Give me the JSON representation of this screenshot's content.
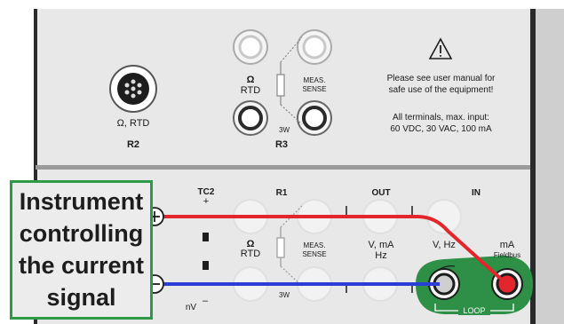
{
  "r2": {
    "connector_label": "Ω, RTD",
    "name": "R2"
  },
  "r3": {
    "omega": "Ω",
    "rtd": "RTD",
    "meas": "MEAS.",
    "sense": "SENSE",
    "wire": "3W",
    "name": "R3"
  },
  "warning": {
    "icon": "warning-triangle-icon",
    "line1": "Please see user manual for",
    "line2": "safe use of the equipment!",
    "line3": "All terminals, max. input:",
    "line4": "60 VDC, 30 VAC, 100 mA"
  },
  "lower": {
    "tc2": "TC2",
    "tc2_plus": "+",
    "nv": "nV",
    "nv_minus": "–",
    "r1": "R1",
    "r1_omega": "Ω",
    "r1_rtd": "RTD",
    "r1_meas": "MEAS.",
    "r1_sense": "SENSE",
    "r1_wire": "3W",
    "out": "OUT",
    "out_v_ma": "V, mA",
    "out_hz": "Hz",
    "in": "IN",
    "in_v_hz": "V, Hz",
    "in_ma": "mA",
    "in_fieldbus": "Fieldbus",
    "loop": "LOOP"
  },
  "instrument": {
    "line1": "Instrument",
    "line2": "controlling",
    "line3": "the current",
    "line4": "signal",
    "plus": "+",
    "minus": "–"
  },
  "colors": {
    "positive_wire": "#e3262b",
    "negative_wire": "#2b3fd6",
    "instrument_border": "#2e9a48",
    "loop_highlight": "#2e8f46"
  }
}
